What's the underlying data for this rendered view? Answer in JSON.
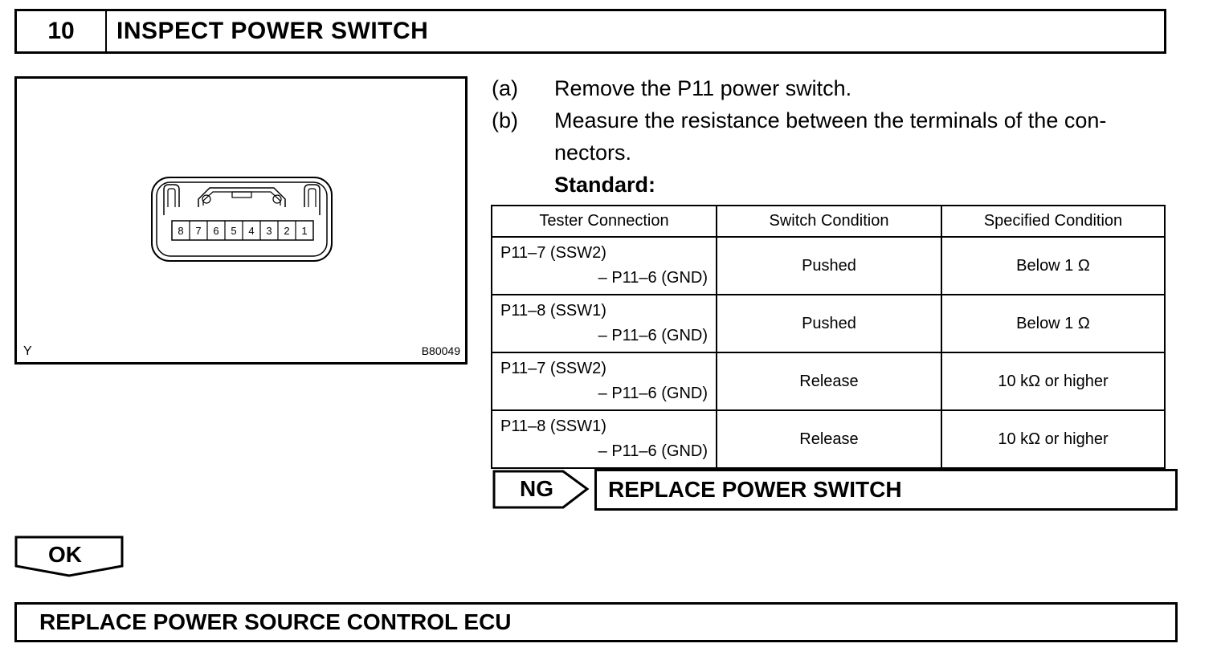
{
  "step": {
    "number": "10",
    "title": "INSPECT POWER SWITCH"
  },
  "figure": {
    "pin_labels": [
      "8",
      "7",
      "6",
      "5",
      "4",
      "3",
      "2",
      "1"
    ],
    "code_left": "Y",
    "code_right": "B80049"
  },
  "instructions": [
    {
      "label": "(a)",
      "text": "Remove the P11 power switch."
    },
    {
      "label": "(b)",
      "text": "Measure the resistance between the terminals of the con-nectors."
    }
  ],
  "standard_label": "Standard:",
  "table": {
    "headers": [
      "Tester Connection",
      "Switch Condition",
      "Specified Condition"
    ],
    "rows": [
      {
        "conn_a": "P11–7 (SSW2)",
        "conn_b": "– P11–6 (GND)",
        "switch": "Pushed",
        "spec": "Below 1 Ω"
      },
      {
        "conn_a": "P11–8 (SSW1)",
        "conn_b": "– P11–6 (GND)",
        "switch": "Pushed",
        "spec": "Below 1 Ω"
      },
      {
        "conn_a": "P11–7 (SSW2)",
        "conn_b": "– P11–6 (GND)",
        "switch": "Release",
        "spec": "10 kΩ or higher"
      },
      {
        "conn_a": "P11–8 (SSW1)",
        "conn_b": "– P11–6 (GND)",
        "switch": "Release",
        "spec": "10 kΩ or higher"
      }
    ]
  },
  "ng": {
    "label": "NG",
    "result": "REPLACE POWER SWITCH"
  },
  "ok": {
    "label": "OK",
    "result": "REPLACE POWER SOURCE CONTROL ECU"
  }
}
